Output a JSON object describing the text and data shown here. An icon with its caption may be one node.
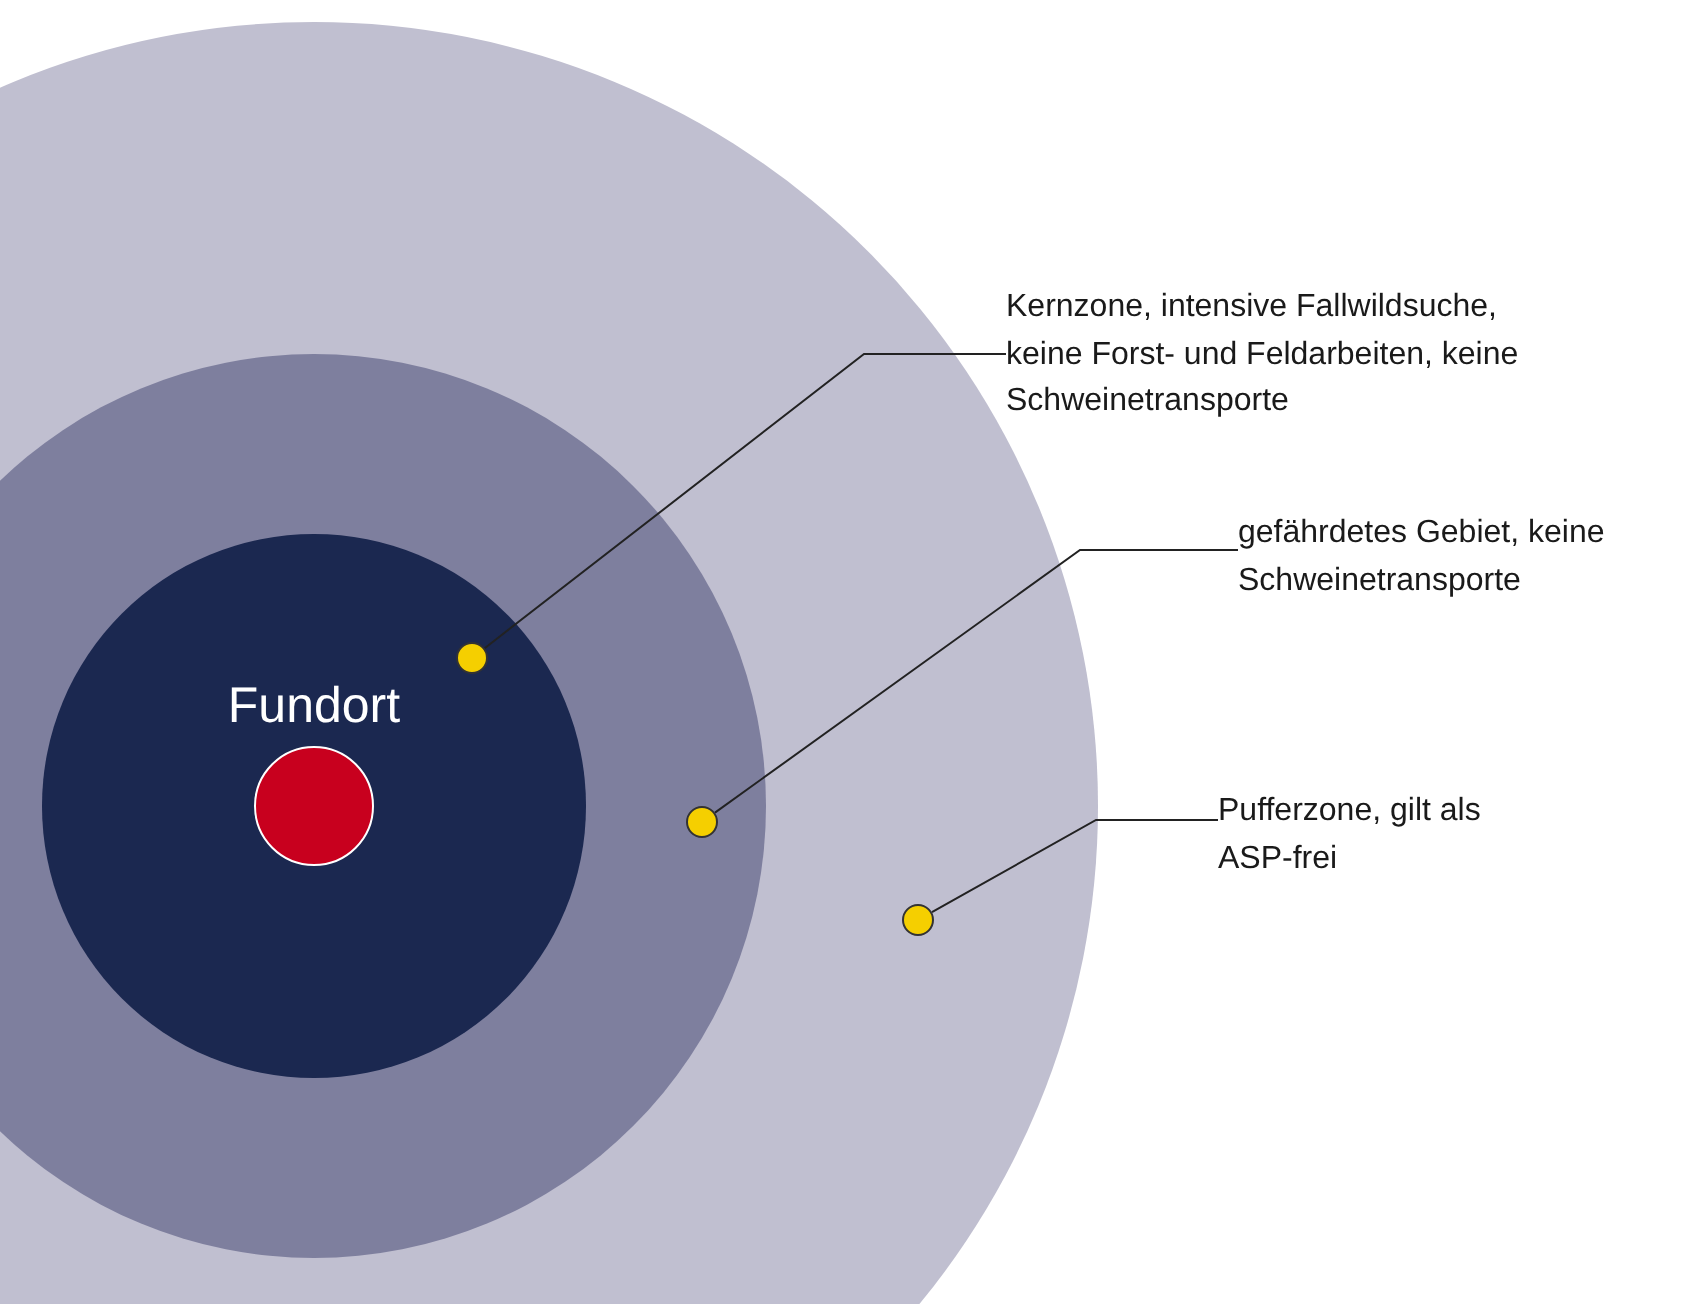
{
  "diagram": {
    "nodes": [
      {
        "text": [],
        "shape": "circle"
      },
      {
        "text": [],
        "shape": "circle",
        "in": 0
      },
      {
        "text": [
          "Fundort"
        ],
        "in": 1
      },
      {
        "text": [],
        "shape": "circle",
        "in": 2
      },
      {
        "text": [],
        "shape": "circle",
        "in": 2
      },
      {
        "text": [],
        "shape": "circle",
        "in": 1
      },
      {
        "text": [],
        "shape": "circle",
        "in": 0
      },
      {
        "text": [
          "Kernzone, intensive Fallwildsuche, keine Forst- und Feldarbeiten, keine Schweinetransporte"
        ]
      },
      {
        "text": [
          "gefährdetes Gebiet, keine Schweinetransporte"
        ]
      },
      {
        "text": [
          "Pufferzone, gilt als ASP-frei"
        ]
      }
    ],
    "edges": [
      {
        "from": 7,
        "to": 4,
        "arrow": "none"
      },
      {
        "from": 8,
        "to": 5,
        "arrow": "none"
      },
      {
        "from": 9,
        "to": 6,
        "arrow": "none"
      }
    ]
  }
}
